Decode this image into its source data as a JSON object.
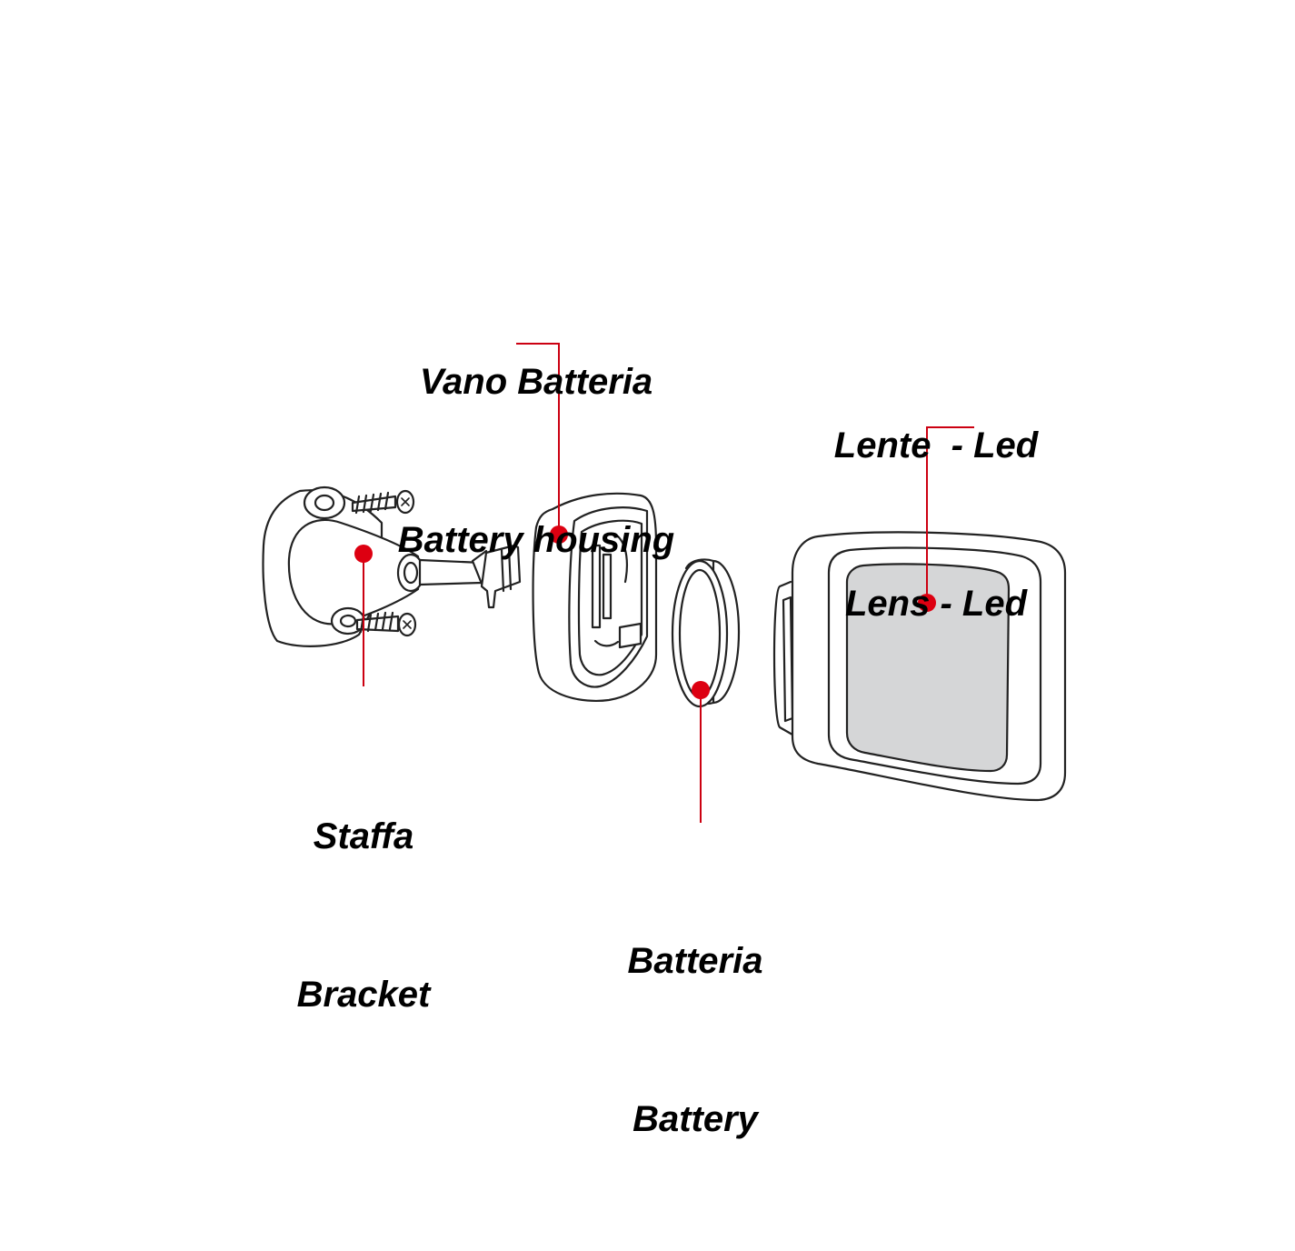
{
  "labels": {
    "battery_housing": {
      "it": "Vano Batteria",
      "en": "Battery housing"
    },
    "lens_led": {
      "it": "Lente  - Led",
      "en": "Lens - Led"
    },
    "bracket": {
      "it": "Staffa",
      "en": "Bracket"
    },
    "battery": {
      "it": "Batteria",
      "en": "Battery"
    }
  },
  "colors": {
    "line": "#222222",
    "callout": "#cc0011",
    "lens_fill": "#d5d6d7",
    "background": "#ffffff"
  }
}
